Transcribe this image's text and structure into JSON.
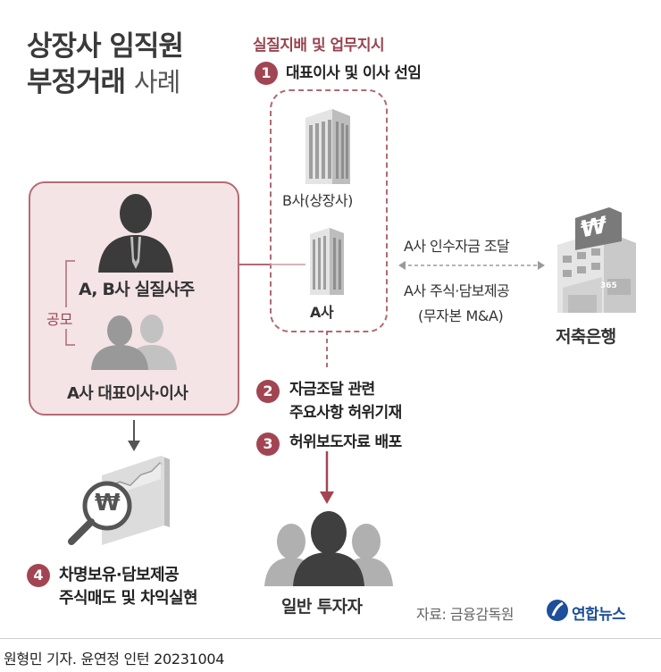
{
  "title": {
    "line1": "상장사 임직원",
    "line2_bold": "부정거래",
    "line2_light": "사례"
  },
  "header_red": "실질지배 및 업무지시",
  "steps": [
    {
      "num": "1",
      "text": "대표이사 및 이사 선임"
    },
    {
      "num": "2",
      "line1": "자금조달 관련",
      "line2": "주요사항 허위기재"
    },
    {
      "num": "3",
      "text": "허위보도자료 배포"
    },
    {
      "num": "4",
      "line1": "차명보유·담보제공",
      "line2": "주식매도 및 차익실현"
    }
  ],
  "buildings": {
    "b_label": "B사(상장사)",
    "a_label": "A사"
  },
  "left_panel": {
    "owner_label": "A, B사 실질사주",
    "conspiracy_label": "공모",
    "ceo_label": "A사 대표이사·이사"
  },
  "bank": {
    "label": "저축은행",
    "icon_text": "₩",
    "sign_text": "365"
  },
  "arrow_texts": {
    "top": "A사 인수자금 조달",
    "bottom_line1": "A사 주식·담보제공",
    "bottom_line2": "(무자본 M&A)"
  },
  "investors_label": "일반 투자자",
  "money_icon_text": "₩",
  "source": "자료: 금융감독원",
  "logo_text": "연합뉴스",
  "byline": "원형민 기자. 윤연정 인턴  20231004",
  "colors": {
    "accent": "#a24552",
    "panel_bg": "#f4e4e6",
    "gray": "#888888"
  }
}
